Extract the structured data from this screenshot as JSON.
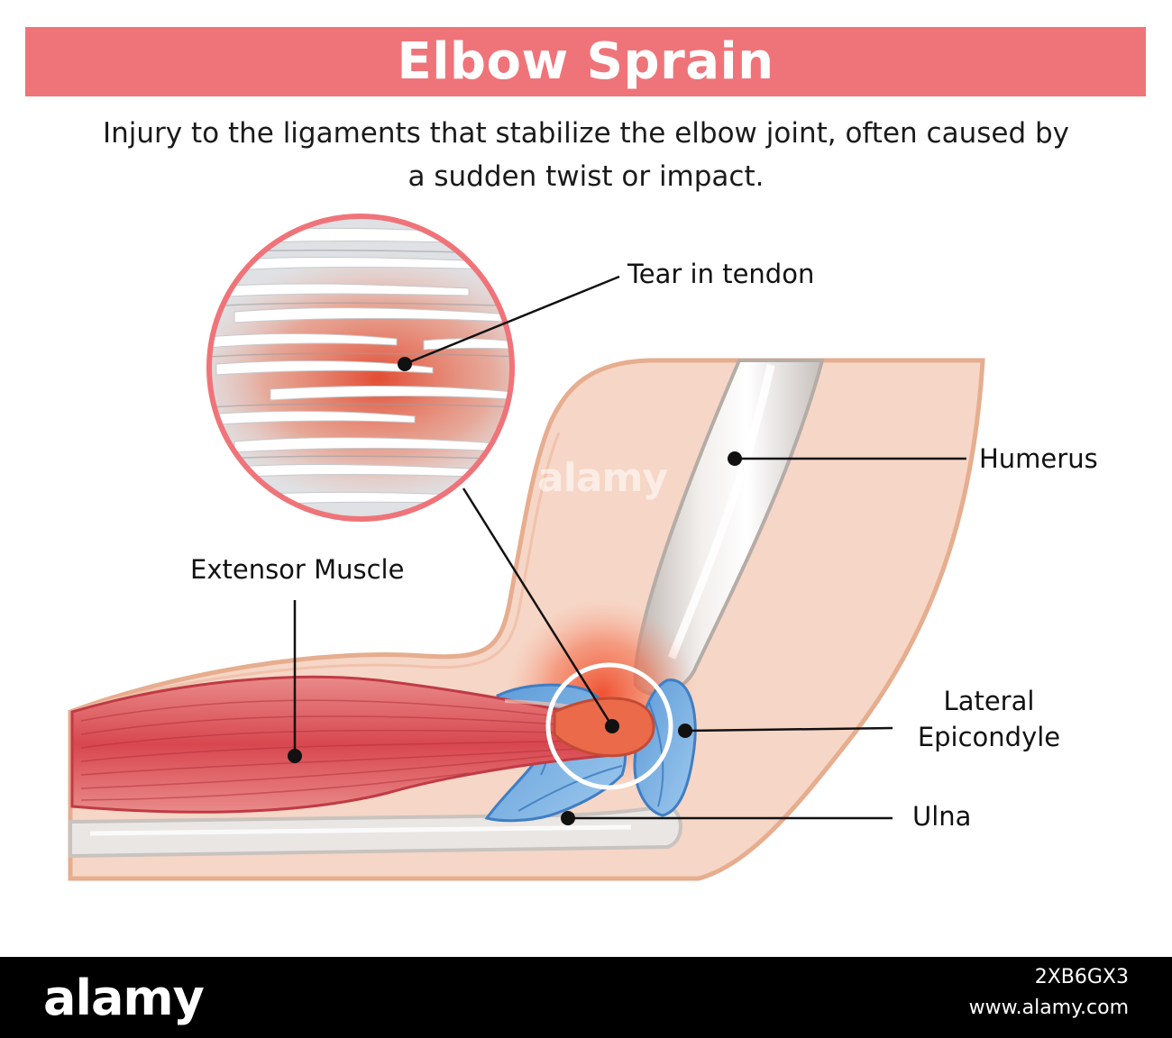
{
  "header": {
    "title": "Elbow Sprain",
    "subtitle_line1": "Injury to the ligaments that stabilize the elbow joint, often caused by",
    "subtitle_line2": "a sudden twist or impact."
  },
  "labels": {
    "tear_in_tendon": "Tear in tendon",
    "humerus": "Humerus",
    "extensor_muscle": "Extensor Muscle",
    "lateral_line1": "Lateral",
    "lateral_line2": "Epicondyle",
    "ulna": "Ulna"
  },
  "watermark": {
    "logo": "alamy",
    "image_id": "2XB6GX3",
    "url": "www.alamy.com",
    "overlay": "alamy"
  },
  "colors": {
    "banner": "#ef7479",
    "skin": "#f6d6c6",
    "skin_outline": "#e6ad8f",
    "muscle": "#d9545a",
    "ligament": "#6aa7dc",
    "bone": "#e9e6e4",
    "inflammation": "#ef5a35"
  }
}
